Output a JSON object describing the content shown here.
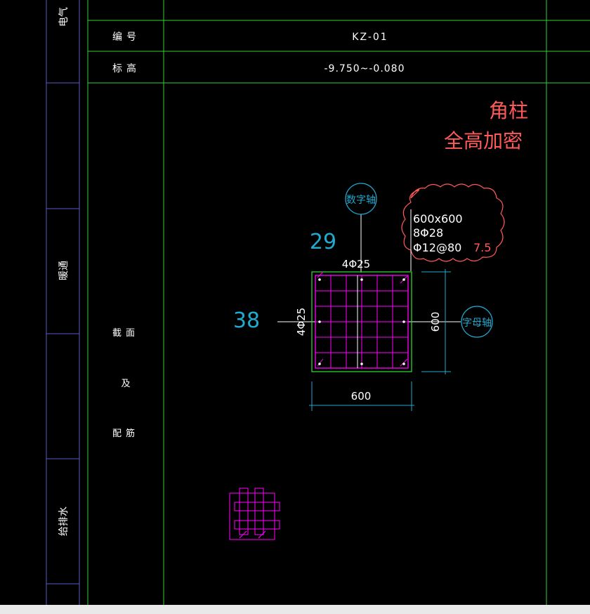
{
  "disciplines": {
    "electrical": "电气",
    "hvac": "暖通",
    "plumbing": "给排水"
  },
  "table": {
    "number_label": "编号",
    "number_value": "KZ-01",
    "elevation_label": "标高",
    "elevation_value": "-9.750~-0.080",
    "section_label_1": "截面",
    "section_label_2": "及",
    "section_label_3": "配筋"
  },
  "notes": {
    "corner_column": "角柱",
    "full_height_dense": "全高加密"
  },
  "axes": {
    "number_axis": "数字轴",
    "letter_axis": "字母轴"
  },
  "column": {
    "size": "600x600",
    "main_rebar": "8Φ28",
    "stirrup": "Φ12@80",
    "stirrup_note": "7.5",
    "top_rebar": "4Φ25",
    "side_rebar": "4Φ25",
    "dim_width": "600",
    "dim_height": "600",
    "count_top": "29",
    "count_left": "38"
  },
  "colors": {
    "grid": "#2fd12f",
    "frame": "#5a5ac8",
    "magenta": "#ff00ff",
    "cyan": "#22a9cf",
    "red": "#ff5a5a",
    "white": "#ffffff"
  }
}
